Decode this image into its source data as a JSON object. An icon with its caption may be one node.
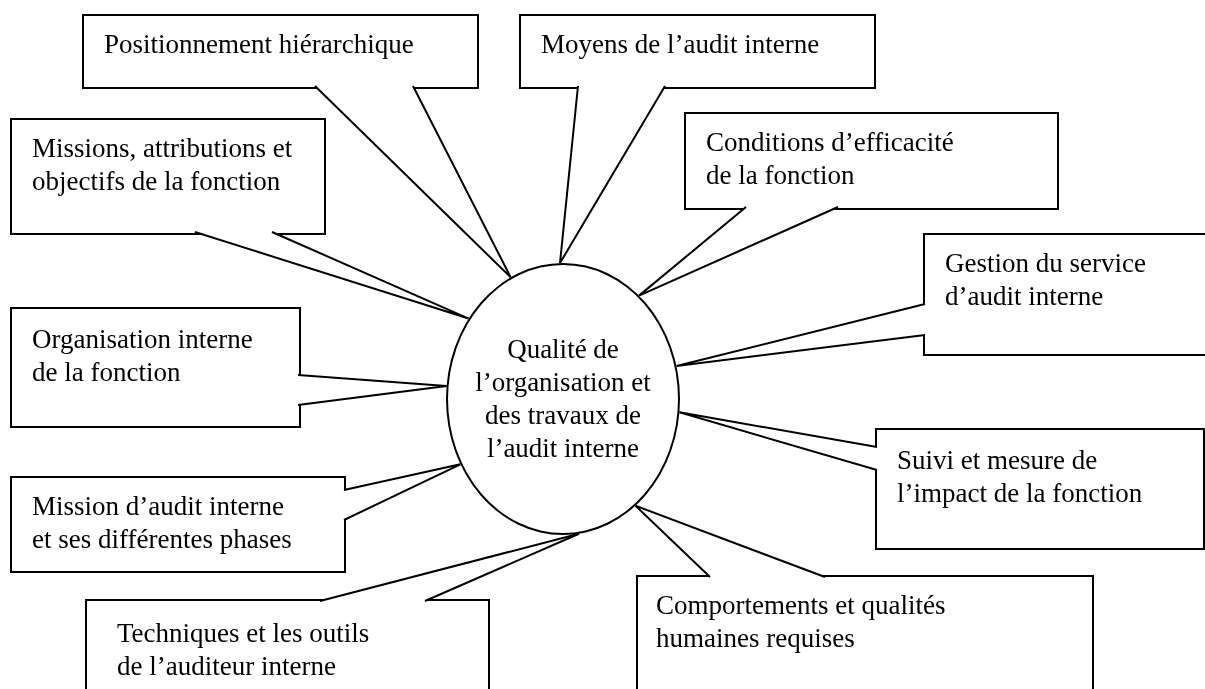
{
  "diagram": {
    "nodes": [
      {
        "text": [
          "Positionnement hiérarchique"
        ]
      },
      {
        "text": [
          "Moyens de l’audit interne"
        ]
      },
      {
        "text": [
          "Missions, attributions et objectifs de la fonction"
        ]
      },
      {
        "text": [
          "Conditions d’efficacité de la fonction"
        ]
      },
      {
        "text": [
          "Gestion du service d’audit interne"
        ]
      },
      {
        "text": [
          "Organisation interne de la fonction"
        ]
      },
      {
        "text": [
          "Qualité de l’organisation et des travaux de l’audit interne"
        ]
      },
      {
        "text": [
          "Suivi et mesure de l’impact de la fonction"
        ]
      },
      {
        "text": [
          "Mission d’audit interne et ses différentes phases"
        ]
      },
      {
        "text": [
          "Techniques et les outils de l’auditeur interne"
        ]
      },
      {
        "text": [
          "Comportements et qualités humaines requises"
        ]
      }
    ],
    "edges": [
      {
        "from": 0,
        "to": 6,
        "arrow": "none"
      },
      {
        "from": 1,
        "to": 6,
        "arrow": "none"
      },
      {
        "from": 2,
        "to": 6,
        "arrow": "none"
      },
      {
        "from": 3,
        "to": 6,
        "arrow": "none"
      },
      {
        "from": 4,
        "to": 6,
        "arrow": "none"
      },
      {
        "from": 5,
        "to": 6,
        "arrow": "none"
      },
      {
        "from": 7,
        "to": 6,
        "arrow": "none"
      },
      {
        "from": 8,
        "to": 6,
        "arrow": "none"
      },
      {
        "from": 9,
        "to": 6,
        "arrow": "none"
      },
      {
        "from": 10,
        "to": 6,
        "arrow": "none"
      }
    ]
  }
}
